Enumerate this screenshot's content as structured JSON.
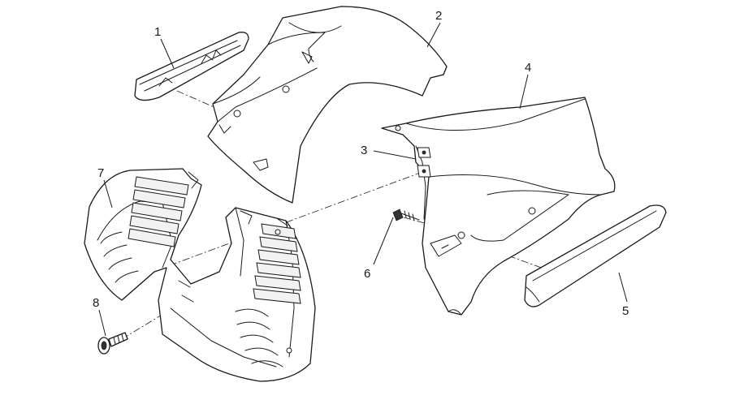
{
  "diagram": {
    "type": "exploded-parts-diagram",
    "callouts": [
      "1",
      "2",
      "3",
      "4",
      "5",
      "6",
      "7",
      "8"
    ]
  }
}
